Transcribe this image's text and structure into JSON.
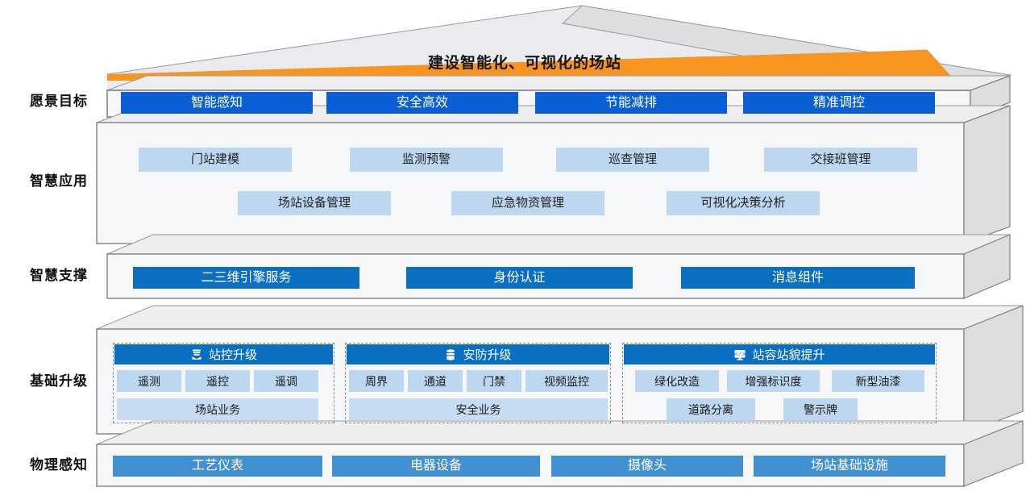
{
  "diagram": {
    "title": "建设智能化、可视化的场站",
    "type": "layered-architecture-3d",
    "colors": {
      "roof_band": "#F79520",
      "roof_face": "#E9EBEE",
      "roof_side": "#D9DADC",
      "layer_face": "#F5F7F9",
      "layer_top": "#ECEEF0",
      "layer_side": "#DCDDDF",
      "layer_stroke": "#808080",
      "vision_chip": "#0B5FD4",
      "support_chip": "#0A6FC0",
      "app_chip": "#BCD7EF",
      "physical_chip": "#4190D2",
      "group_header": "#0A6FC0",
      "group_border": "#8A8A8A"
    }
  },
  "layers": [
    {
      "label": "愿景目标",
      "items": [
        "智能感知",
        "安全高效",
        "节能减排",
        "精准调控"
      ]
    },
    {
      "label": "智慧应用",
      "row1": [
        "门站建模",
        "监测预警",
        "巡查管理",
        "交接班管理"
      ],
      "row2": [
        "场站设备管理",
        "应急物资管理",
        "可视化决策分析"
      ]
    },
    {
      "label": "智慧支撑",
      "items": [
        "二三维引擎服务",
        "身份认证",
        "消息组件"
      ]
    },
    {
      "label": "基础升级",
      "groups": [
        {
          "header": "站控升级",
          "icon": "server-stack-icon",
          "subs": [
            "遥测",
            "遥控",
            "遥调"
          ],
          "footer": "场站业务"
        },
        {
          "header": "安防升级",
          "icon": "database-stack-icon",
          "subs": [
            "周界",
            "通道",
            "门禁",
            "视频监控"
          ],
          "footer": "安全业务"
        },
        {
          "header": "站容站貌提升",
          "icon": "code-monitor-icon",
          "subs": [
            "绿化改造",
            "增强标识度",
            "新型油漆"
          ],
          "subs2": [
            "道路分离",
            "警示牌"
          ]
        }
      ]
    },
    {
      "label": "物理感知",
      "items": [
        "工艺仪表",
        "电器设备",
        "摄像头",
        "场站基础设施"
      ]
    }
  ]
}
